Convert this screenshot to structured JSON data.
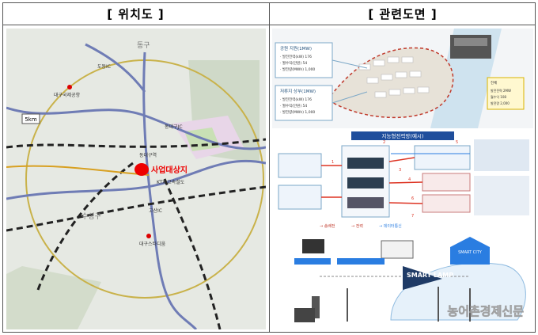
{
  "left_header": "[ 위치도 ]",
  "right_header": "[ 관련도면 ]",
  "map": {
    "labels": {
      "ic_top": "도동IC",
      "daegu_airport": "대구국제공항",
      "ic_right": "동대구JC",
      "highway_5": "5km",
      "station": "동대구역",
      "site": "사업대상지",
      "ktx": "KTX·고속철도",
      "suseong": "수성구",
      "ic_bottom": "고산IC",
      "stadium": "대구스타디움",
      "east_gu": "동구"
    }
  },
  "plan": {
    "box1_title": "공원 지원(1MW)",
    "box1_lines": [
      "· 발전전력(kW) 176",
      "· 월수익(만원) 54",
      "· 발전량(MWh) 1,000"
    ],
    "box2_title": "저류지 상부(1MW)",
    "box2_lines": [
      "· 발전전력(kW) 176",
      "· 월수익(만원) 54",
      "· 발전량(MWh) 1,000"
    ],
    "box3_title": "전체",
    "box3_lines": [
      "발전전력 2MW",
      "월수익 108",
      "발전량 2,000"
    ]
  },
  "grid": {
    "title": "지능형전력망(예시)",
    "legend": [
      "→ 송배전",
      "→ 전력",
      "→ 데이터통신"
    ],
    "numbers": [
      "1",
      "2",
      "3",
      "4",
      "5",
      "6",
      "7"
    ]
  },
  "smart": {
    "city": "SMART CITY",
    "lamp": "SMART LAMP",
    "watermark": "농어촌경제신문"
  }
}
